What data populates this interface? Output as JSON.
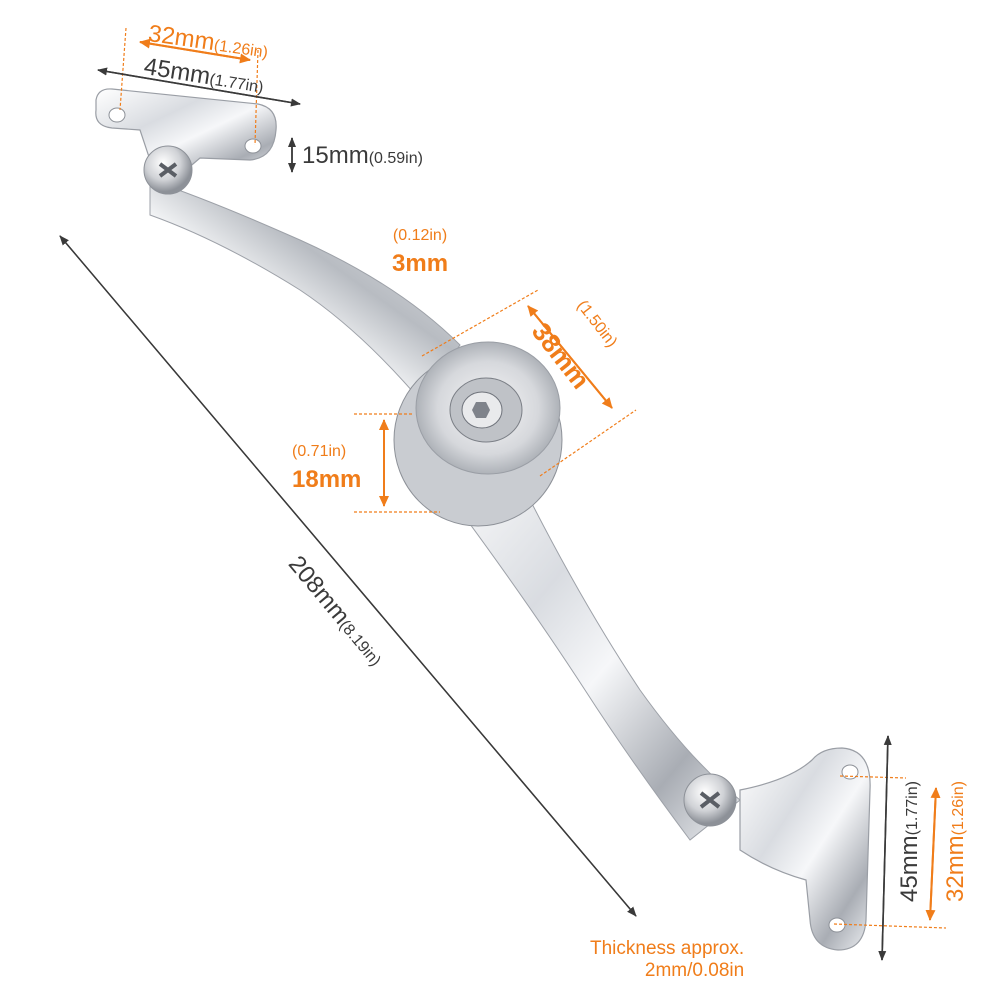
{
  "dimensions": {
    "top_bracket_hole_spacing": {
      "value": "32mm",
      "imperial": "(1.26in)"
    },
    "top_bracket_width": {
      "value": "45mm",
      "imperial": "(1.77in)"
    },
    "bracket_height": {
      "value": "15mm",
      "imperial": "(0.59in)"
    },
    "arm_thickness": {
      "value": "3mm",
      "imperial": "(0.12in)"
    },
    "hub_diameter": {
      "value": "38mm",
      "imperial": "(1.50in)"
    },
    "hub_height": {
      "value": "18mm",
      "imperial": "(0.71in)"
    },
    "overall_length": {
      "value": "208mm",
      "imperial": "(8.19in)"
    },
    "bottom_bracket_width": {
      "value": "45mm",
      "imperial": "(1.77in)"
    },
    "bottom_bracket_hole_spacing": {
      "value": "32mm",
      "imperial": "(1.26in)"
    }
  },
  "thickness_note": {
    "line1": "Thickness approx.",
    "line2": "2mm/0.08in"
  },
  "colors": {
    "accent": "#f07d1a",
    "dimension_line": "#3a3a3a",
    "metal_light": "#f4f5f7",
    "metal_dark": "#8c9096"
  }
}
